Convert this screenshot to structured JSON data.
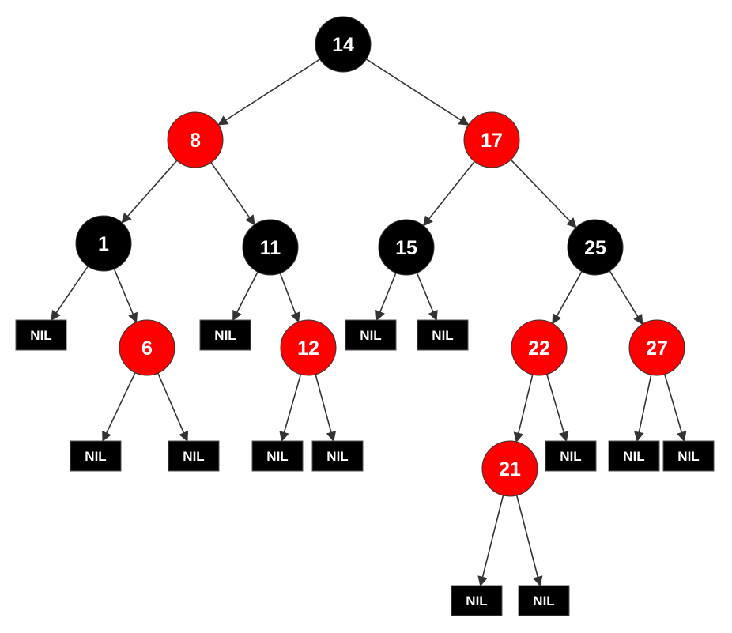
{
  "colors": {
    "red": "#ff0000",
    "black": "#000000",
    "edge": "#333333",
    "text": "#ffffff"
  },
  "tree": {
    "nodes": [
      {
        "id": "n14",
        "label": "14",
        "color": "black"
      },
      {
        "id": "n8",
        "label": "8",
        "color": "red"
      },
      {
        "id": "n17",
        "label": "17",
        "color": "red"
      },
      {
        "id": "n1",
        "label": "1",
        "color": "black"
      },
      {
        "id": "n11",
        "label": "11",
        "color": "black"
      },
      {
        "id": "n15",
        "label": "15",
        "color": "black"
      },
      {
        "id": "n25",
        "label": "25",
        "color": "black"
      },
      {
        "id": "n6",
        "label": "6",
        "color": "red"
      },
      {
        "id": "n12",
        "label": "12",
        "color": "red"
      },
      {
        "id": "n22",
        "label": "22",
        "color": "red"
      },
      {
        "id": "n27",
        "label": "27",
        "color": "red"
      },
      {
        "id": "n21",
        "label": "21",
        "color": "red"
      }
    ],
    "nils": [
      {
        "id": "nil1",
        "label": "NIL"
      },
      {
        "id": "nil2",
        "label": "NIL"
      },
      {
        "id": "nil3",
        "label": "NIL"
      },
      {
        "id": "nil4",
        "label": "NIL"
      },
      {
        "id": "nil5",
        "label": "NIL"
      },
      {
        "id": "nil6",
        "label": "NIL"
      },
      {
        "id": "nil7",
        "label": "NIL"
      },
      {
        "id": "nil8",
        "label": "NIL"
      },
      {
        "id": "nil9",
        "label": "NIL"
      },
      {
        "id": "nil10",
        "label": "NIL"
      },
      {
        "id": "nil11",
        "label": "NIL"
      },
      {
        "id": "nil12",
        "label": "NIL"
      },
      {
        "id": "nil13",
        "label": "NIL"
      }
    ],
    "edges": [
      [
        "n14",
        "n8"
      ],
      [
        "n14",
        "n17"
      ],
      [
        "n8",
        "n1"
      ],
      [
        "n8",
        "n11"
      ],
      [
        "n17",
        "n15"
      ],
      [
        "n17",
        "n25"
      ],
      [
        "n1",
        "nil1"
      ],
      [
        "n1",
        "n6"
      ],
      [
        "n11",
        "nil2"
      ],
      [
        "n11",
        "n12"
      ],
      [
        "n15",
        "nil3"
      ],
      [
        "n15",
        "nil4"
      ],
      [
        "n25",
        "n22"
      ],
      [
        "n25",
        "n27"
      ],
      [
        "n6",
        "nil5"
      ],
      [
        "n6",
        "nil6"
      ],
      [
        "n12",
        "nil7"
      ],
      [
        "n12",
        "nil8"
      ],
      [
        "n22",
        "n21"
      ],
      [
        "n22",
        "nil9"
      ],
      [
        "n27",
        "nil10"
      ],
      [
        "n27",
        "nil11"
      ],
      [
        "n21",
        "nil12"
      ],
      [
        "n21",
        "nil13"
      ]
    ]
  }
}
